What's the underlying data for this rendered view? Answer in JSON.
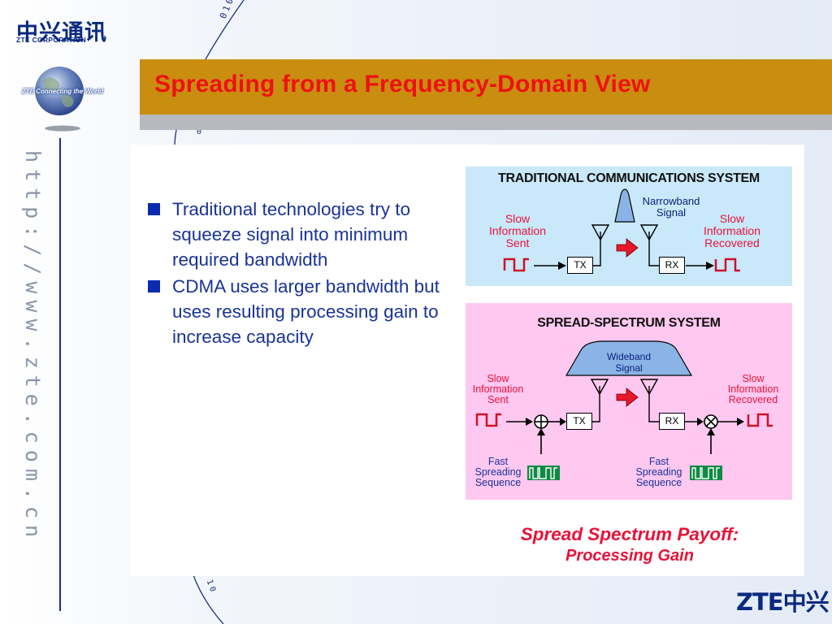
{
  "branding": {
    "logo_cn": "中兴通讯",
    "logo_en": "ZTE CORPORATION",
    "globe_caption": "ZTE Connecting the World",
    "url_vertical": "http://www.zte.com.cn",
    "footer_logo": "ZTE中兴",
    "binary_decor_top": "01010",
    "binary_decor_bottom": "10"
  },
  "slide": {
    "title": "Spreading from a Frequency-Domain View",
    "bullets": [
      "Traditional technologies try to squeeze signal into minimum required bandwidth",
      "CDMA uses larger bandwidth but uses resulting processing gain to increase capacity"
    ]
  },
  "diagram_traditional": {
    "title": "TRADITIONAL COMMUNICATIONS SYSTEM",
    "left_label": "Slow Information Sent",
    "right_label": "Slow Information Recovered",
    "signal_label": "Narrowband Signal",
    "tx": "TX",
    "rx": "RX"
  },
  "diagram_spread": {
    "title": "SPREAD-SPECTRUM SYSTEM",
    "left_label": "Slow Information Sent",
    "right_label": "Slow Information Recovered",
    "signal_label": "Wideband Signal",
    "tx": "TX",
    "rx": "RX",
    "left_seq_label": "Fast Spreading Sequence",
    "right_seq_label": "Fast Spreading Sequence"
  },
  "payoff": {
    "line1": "Spread Spectrum Payoff:",
    "line2": "Processing Gain"
  },
  "colors": {
    "title_bar": "#c98d10",
    "title_text": "#ee1111",
    "bullet_text": "#1a3399",
    "diagram1_bg": "#c9e8f9",
    "diagram2_bg": "#ffc8f0",
    "payoff": "#e8123a"
  }
}
